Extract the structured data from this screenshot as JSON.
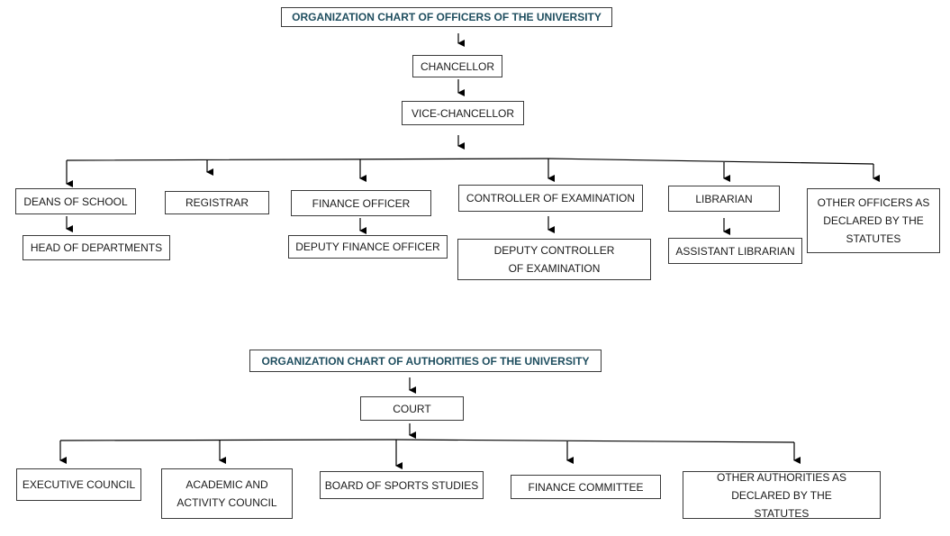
{
  "officers_chart": {
    "title": "ORGANIZATION CHART OF OFFICERS OF THE UNIVERSITY",
    "chancellor": "CHANCELLOR",
    "vice_chancellor": "VICE-CHANCELLOR",
    "deans": "DEANS OF SCHOOL",
    "head_of_departments": "HEAD OF DEPARTMENTS",
    "registrar": "REGISTRAR",
    "finance_officer": "FINANCE OFFICER",
    "deputy_finance_officer": "DEPUTY FINANCE OFFICER",
    "controller": "CONTROLLER OF EXAMINATION",
    "deputy_controller": "DEPUTY CONTROLLER OF EXAMINATION",
    "librarian": "LIBRARIAN",
    "assistant_librarian": "ASSISTANT LIBRARIAN",
    "other_officers": "OTHER OFFICERS AS DECLARED BY THE STATUTES"
  },
  "authorities_chart": {
    "title": "ORGANIZATION CHART OF AUTHORITIES OF THE UNIVERSITY",
    "court": "COURT",
    "executive_council": "EXECUTIVE COUNCIL",
    "academic_council": "ACADEMIC AND ACTIVITY COUNCIL",
    "board_sports": "BOARD OF SPORTS STUDIES",
    "finance_committee": "FINANCE COMMITTEE",
    "other_authorities": "OTHER AUTHORITIES AS DECLARED BY THE STATUTES"
  },
  "colors": {
    "title_text": "#1f4e5f",
    "box_border": "#3a3a3a",
    "line": "#000000"
  }
}
